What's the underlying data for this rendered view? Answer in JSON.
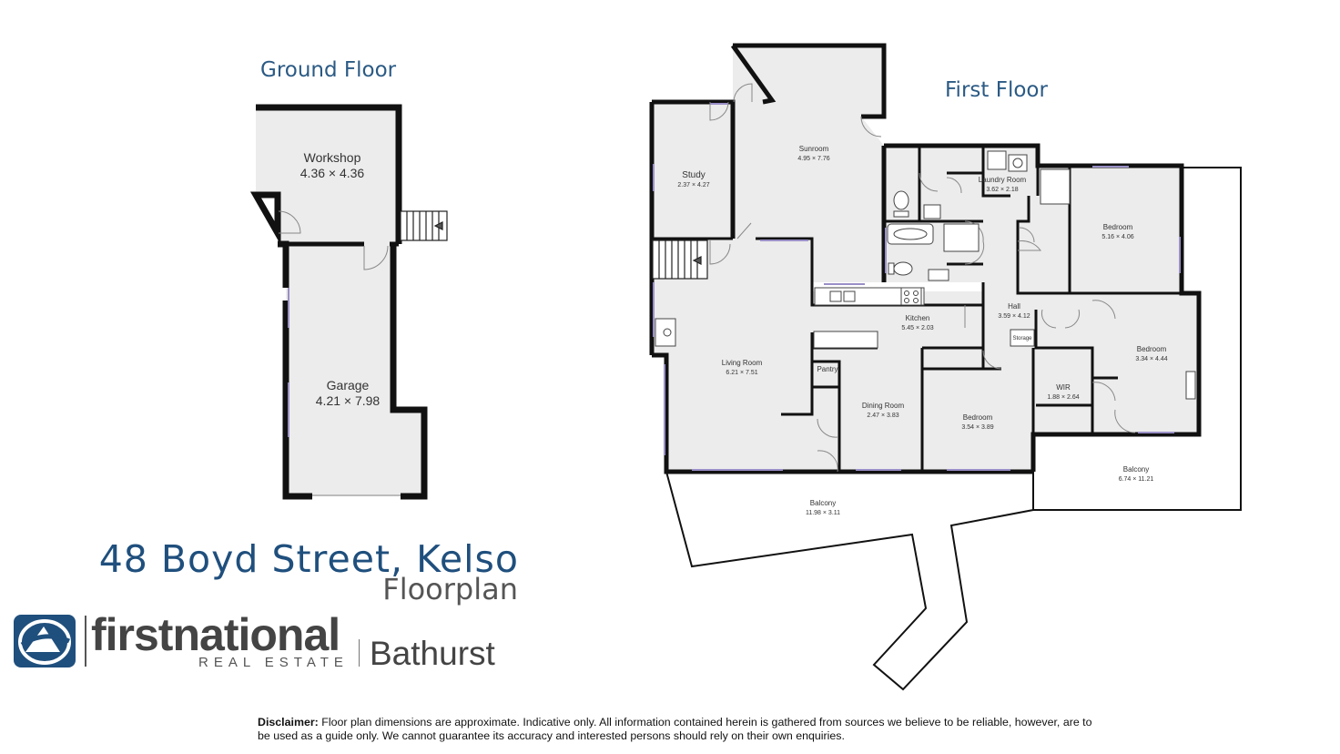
{
  "headings": {
    "ground_floor": "Ground Floor",
    "first_floor": "First Floor"
  },
  "property": {
    "address": "48 Boyd Street, Kelso",
    "subtitle": "Floorplan"
  },
  "brand": {
    "name_part1": "first",
    "name_part2": "national",
    "tagline": "REAL ESTATE",
    "office": "Bathurst"
  },
  "disclaimer": {
    "label": "Disclaimer:",
    "text": "Floor plan dimensions are approximate. Indicative only. All information contained herein is gathered from sources we believe to be reliable, however, are to be used as a guide only. We cannot guarantee its accuracy and interested persons should rely on their own enquiries."
  },
  "ground_rooms": [
    {
      "name": "Workshop",
      "dims": "4.36 × 4.36"
    },
    {
      "name": "Garage",
      "dims": "4.21 × 7.98"
    }
  ],
  "first_rooms": [
    {
      "name": "Sunroom",
      "dims": "4.95 × 7.76"
    },
    {
      "name": "Study",
      "dims": "2.37 × 4.27"
    },
    {
      "name": "Laundry Room",
      "dims": "3.62 × 2.18"
    },
    {
      "name": "Bedroom",
      "dims": "5.16 × 4.06"
    },
    {
      "name": "Kitchen",
      "dims": "5.45 × 2.03"
    },
    {
      "name": "Hall",
      "dims": "3.59 × 4.12"
    },
    {
      "name": "Living Room",
      "dims": "6.21 × 7.51"
    },
    {
      "name": "Pantry",
      "dims": ""
    },
    {
      "name": "Dining Room",
      "dims": "2.47 × 3.83"
    },
    {
      "name": "Bedroom",
      "dims": "3.54 × 3.89"
    },
    {
      "name": "Bedroom",
      "dims": "3.34 × 4.44"
    },
    {
      "name": "WIR",
      "dims": "1.88 × 2.64"
    },
    {
      "name": "Balcony",
      "dims": "6.74 × 11.21"
    },
    {
      "name": "Balcony",
      "dims": "11.98 × 3.11"
    },
    {
      "name": "Storage",
      "dims": ""
    }
  ],
  "colors": {
    "heading": "#2b5a84",
    "wall": "#111111",
    "floor": "#ececec",
    "window": "#9a8fc7"
  }
}
